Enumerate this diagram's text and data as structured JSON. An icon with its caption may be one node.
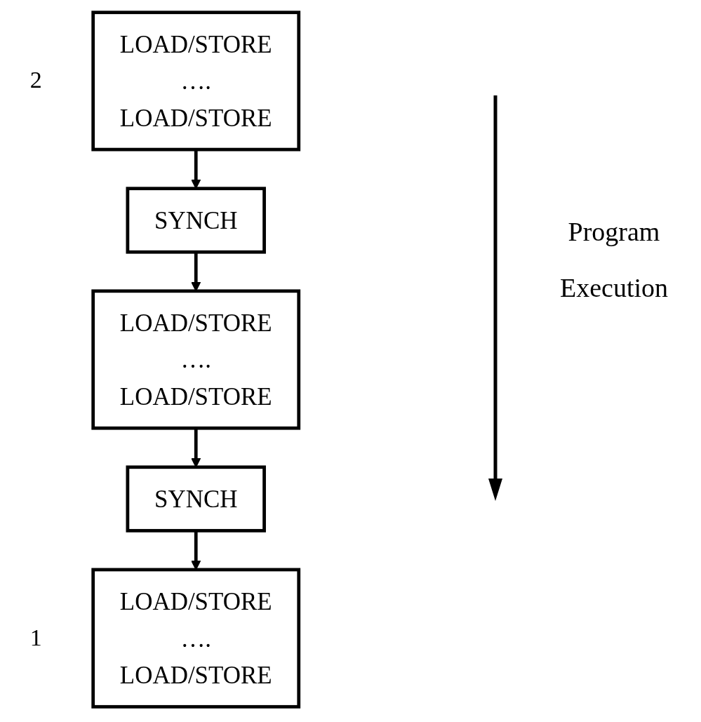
{
  "diagram": {
    "nodes": [
      {
        "text": [
          "LOAD/STORE",
          "….",
          "LOAD/STORE"
        ],
        "beside": [
          "2"
        ]
      },
      {
        "text": [
          "SYNCH"
        ]
      },
      {
        "text": [
          "LOAD/STORE",
          "….",
          "LOAD/STORE"
        ]
      },
      {
        "text": [
          "SYNCH"
        ]
      },
      {
        "text": [
          "LOAD/STORE",
          "….",
          "LOAD/STORE"
        ],
        "beside": [
          "1"
        ]
      }
    ],
    "edges": [
      {
        "from": 0,
        "to": 1,
        "arrow": "to"
      },
      {
        "from": 1,
        "to": 2,
        "arrow": "to"
      },
      {
        "from": 2,
        "to": 3,
        "arrow": "to"
      },
      {
        "from": 3,
        "to": 4,
        "arrow": "to"
      }
    ],
    "labels": [
      "Program Execution"
    ]
  }
}
